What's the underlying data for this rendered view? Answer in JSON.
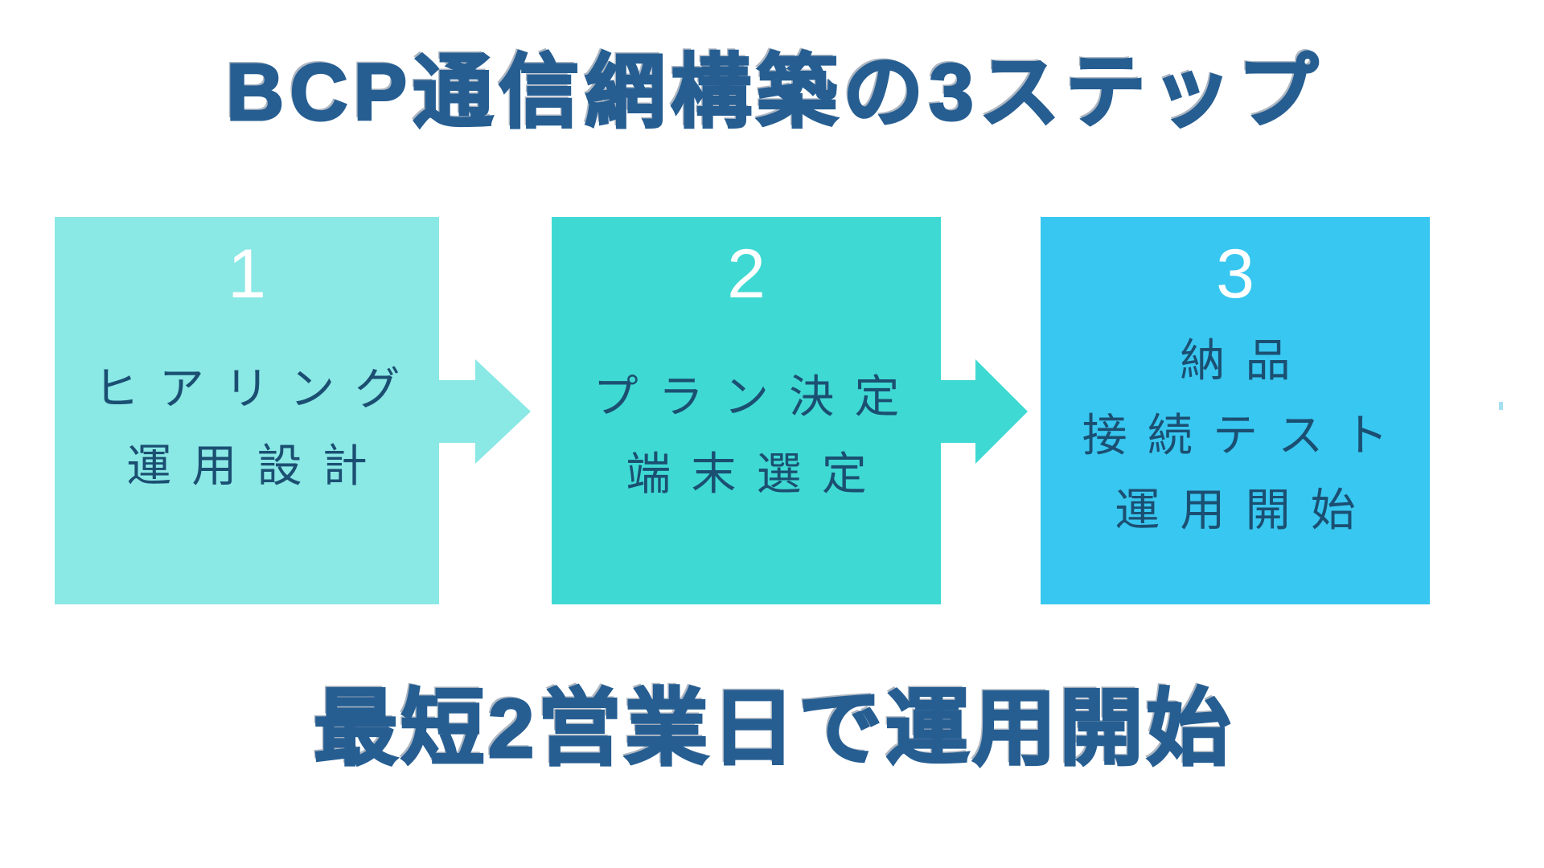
{
  "page": {
    "background_color": "#ffffff"
  },
  "title": {
    "text": "BCP通信網構築の3ステップ",
    "color": "#265e92"
  },
  "footer": {
    "text": "最短2営業日で運用開始",
    "color": "#265e92"
  },
  "steps": [
    {
      "number": "1",
      "lines": {
        "0": "ヒアリング",
        "1": "運用設計"
      },
      "bg_color": "#8ae8e5",
      "number_color": "#ffffff",
      "text_color": "#1b4f72"
    },
    {
      "number": "2",
      "lines": {
        "0": "プラン決定",
        "1": "端末選定"
      },
      "bg_color": "#3fd9d3",
      "number_color": "#ffffff",
      "text_color": "#1b4f72"
    },
    {
      "number": "3",
      "lines": {
        "0": "納品",
        "1": "接続テスト",
        "2": "運用開始"
      },
      "bg_color": "#38c7f0",
      "number_color": "#ffffff",
      "text_color": "#1b4f72"
    }
  ],
  "arrows": [
    {
      "icon": "arrow-right-icon",
      "color": "#8ae8e5"
    },
    {
      "icon": "arrow-right-icon",
      "color": "#3fd9d3"
    }
  ]
}
